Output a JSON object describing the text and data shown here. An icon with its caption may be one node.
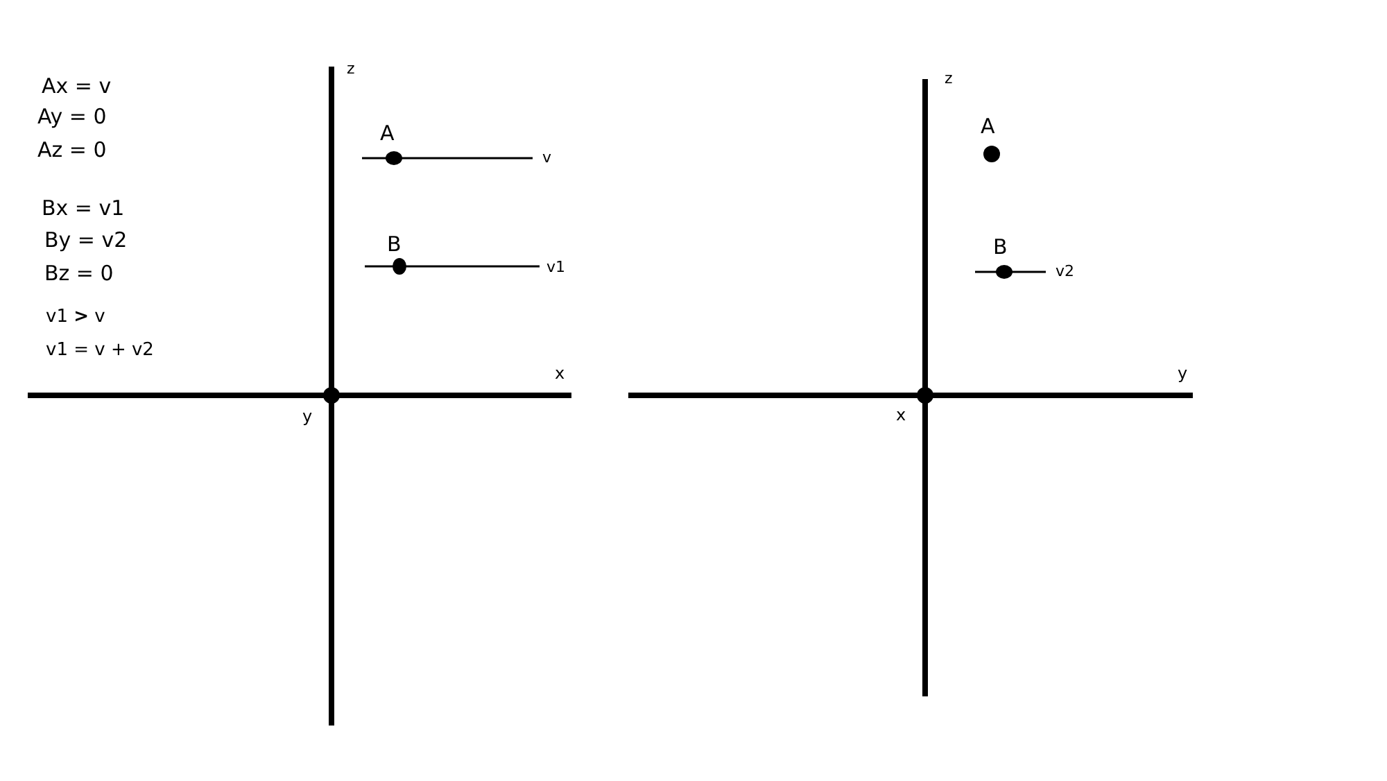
{
  "diagram": {
    "labels": [
      "Ax = v",
      "Ay = 0",
      "Az = 0",
      "Bx = v1",
      "By = v2",
      "Bz = 0",
      "v1 **>** v",
      "v1 = v + v2",
      "z",
      "A",
      "v",
      "B",
      "v1",
      "x",
      "y",
      "z",
      "A",
      "B",
      "v2",
      "y",
      "x"
    ]
  }
}
